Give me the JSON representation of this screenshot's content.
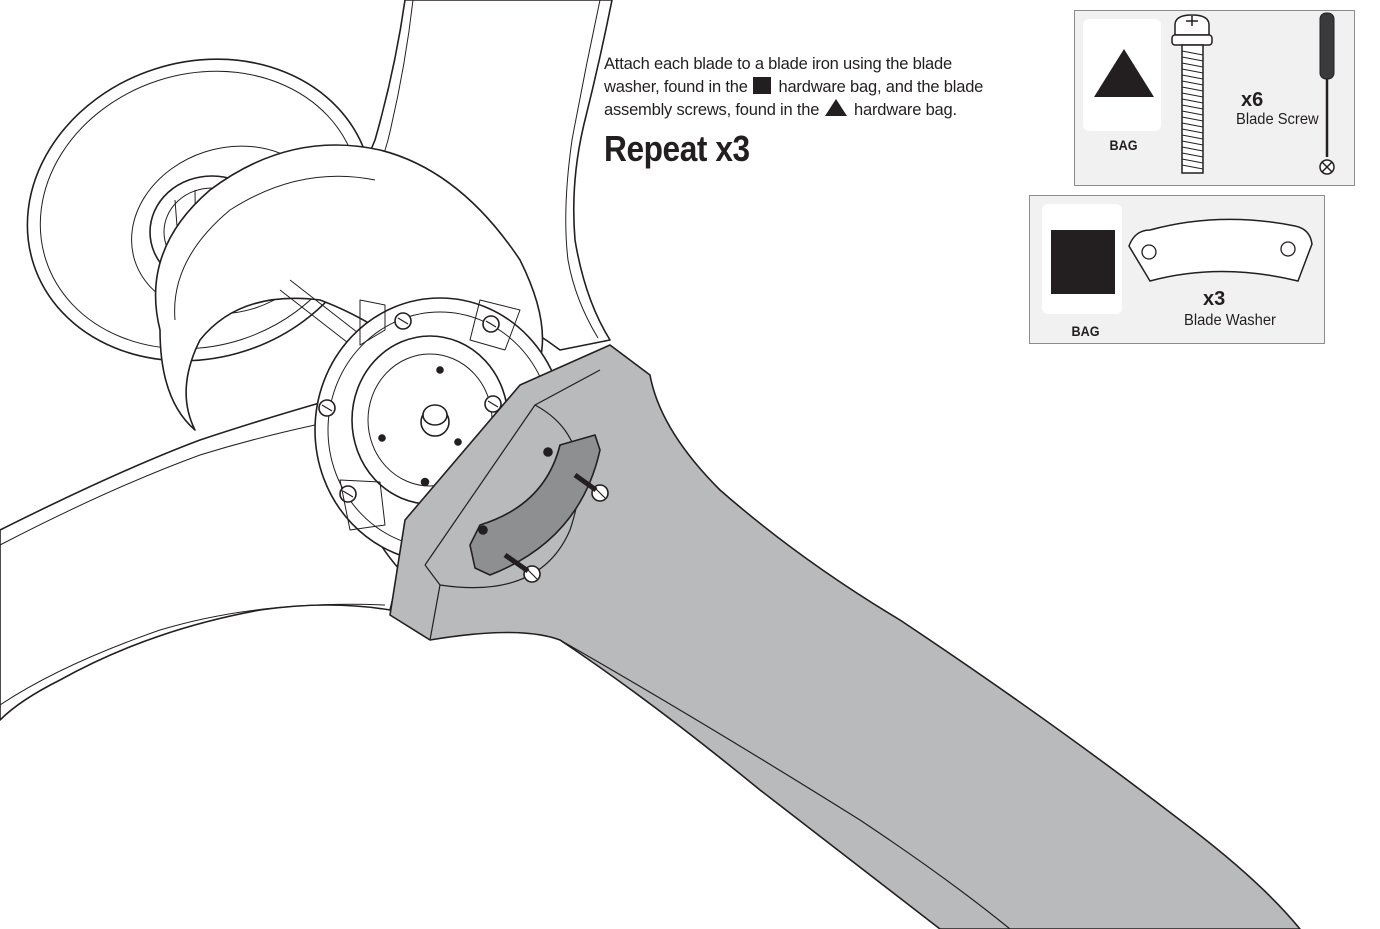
{
  "instruction": {
    "line1": "Attach each blade to a blade iron using the blade",
    "line2_a": "washer, found in the",
    "line2_b": "hardware bag, and the blade",
    "line3_a": "assembly screws, found in the",
    "line3_b": "hardware bag."
  },
  "repeat_label": "Repeat x3",
  "parts": {
    "screw": {
      "bag_label": "BAG",
      "bag_symbol": "triangle-icon",
      "quantity": "x6",
      "name": "Blade Screw",
      "tool": "phillips-screwdriver-icon"
    },
    "washer": {
      "bag_label": "BAG",
      "bag_symbol": "square-icon",
      "quantity": "x3",
      "name": "Blade Washer"
    }
  },
  "colors": {
    "ink": "#231f20",
    "blade_highlight": "#b9babc",
    "washer": "#8e8f91",
    "panel_bg": "#f1f1f2",
    "panel_border": "#8a8c8e"
  }
}
